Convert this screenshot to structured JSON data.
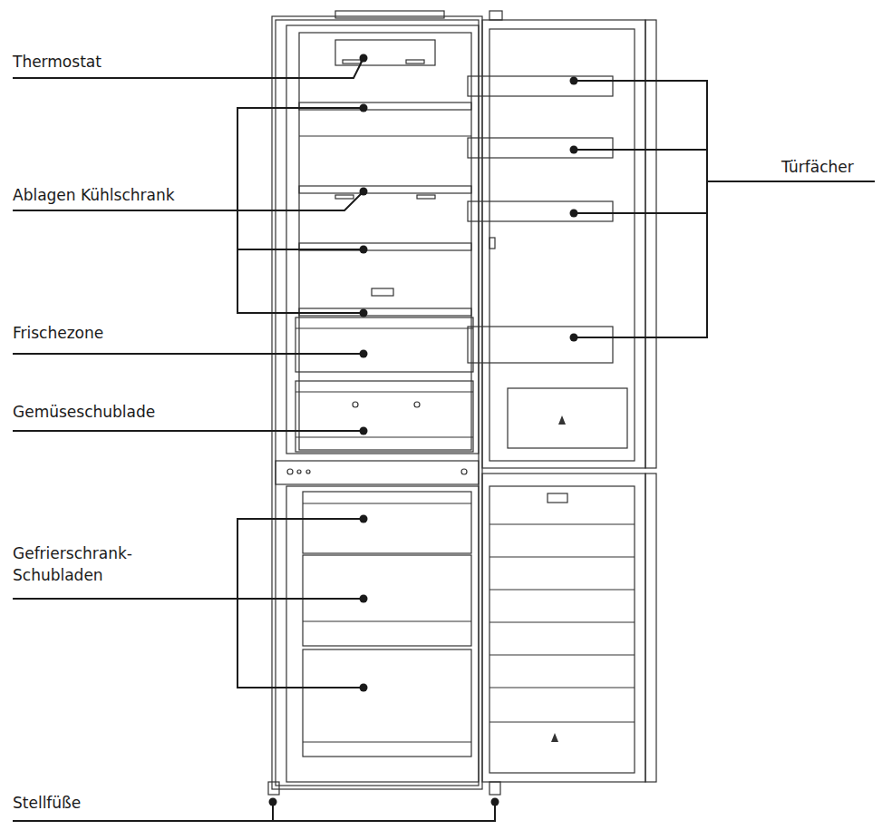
{
  "diagram": {
    "labels": [
      "Thermostat",
      "Ablagen Kühlschrank",
      "Frischezone",
      "Gemüseschublade",
      "Gefrierschrank- Schubladen",
      "Stellfüße",
      "Türfächer"
    ]
  }
}
